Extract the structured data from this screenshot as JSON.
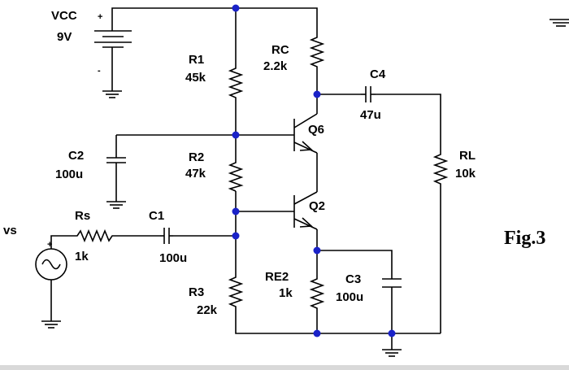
{
  "figure_label": "Fig.3",
  "sources": {
    "vcc": {
      "name": "VCC",
      "value": "9V",
      "plus": "+",
      "minus": "-"
    },
    "vs": {
      "name": "vs",
      "plus": "+"
    }
  },
  "resistors": {
    "r1": {
      "name": "R1",
      "value": "45k"
    },
    "rc": {
      "name": "RC",
      "value": "2.2k"
    },
    "r2": {
      "name": "R2",
      "value": "47k"
    },
    "rs": {
      "name": "Rs",
      "value": "1k"
    },
    "r3": {
      "name": "R3",
      "value": "22k"
    },
    "re2": {
      "name": "RE2",
      "value": "1k"
    },
    "rl": {
      "name": "RL",
      "value": "10k"
    }
  },
  "capacitors": {
    "c4": {
      "name": "C4",
      "value": "47u"
    },
    "c2": {
      "name": "C2",
      "value": "100u"
    },
    "c1": {
      "name": "C1",
      "value": "100u"
    },
    "c3": {
      "name": "C3",
      "value": "100u"
    }
  },
  "transistors": {
    "q6": {
      "name": "Q6"
    },
    "q2": {
      "name": "Q2"
    }
  }
}
